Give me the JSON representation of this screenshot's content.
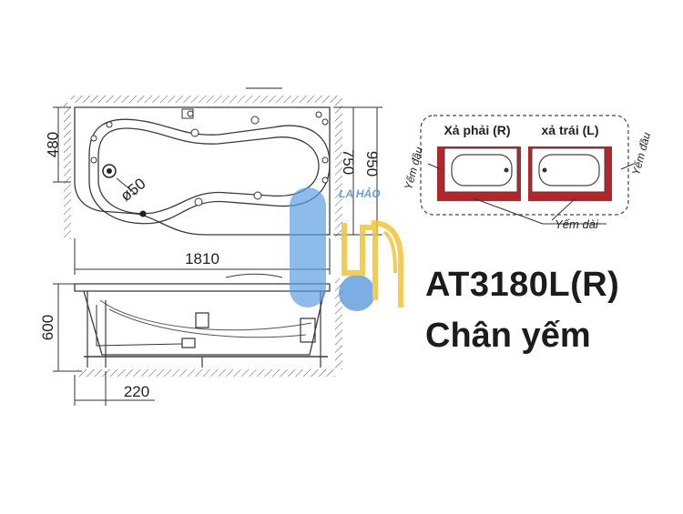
{
  "title": "AT3180L(R)",
  "subtitle": "Chân yếm",
  "watermark": "LA HẢO",
  "dimensions": {
    "depth_left": "480",
    "width_inner": "750",
    "width_outer": "950",
    "drain": "ø50",
    "length": "1810",
    "height": "600",
    "leg_offset": "220"
  },
  "legend": {
    "right_drain": "Xả phải (R)",
    "left_drain": "xả trái (L)",
    "apron_left": "Yếm đầu",
    "apron_right": "Yếm đầu",
    "apron_long": "Yếm dài",
    "apron_color": "#b0272c"
  },
  "colors": {
    "line": "#3a3a3a",
    "watermark_blue": "#4b8fd8",
    "watermark_yellow": "#f2c33a"
  }
}
